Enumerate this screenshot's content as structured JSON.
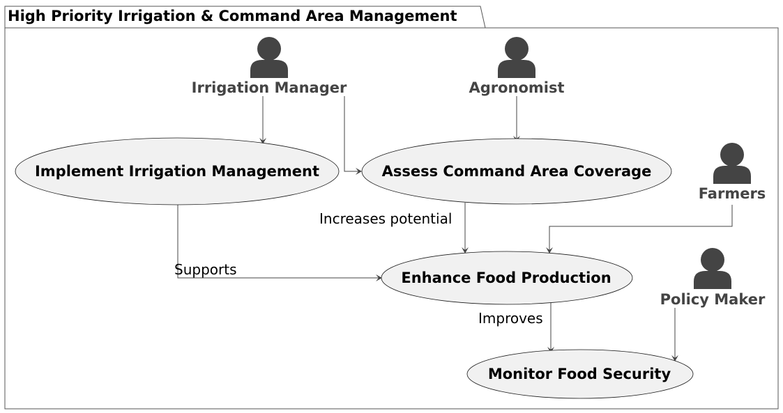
{
  "package": {
    "title": "High Priority Irrigation & Command Area Management"
  },
  "actors": {
    "irrigation_manager": "Irrigation Manager",
    "agronomist": "Agronomist",
    "farmers": "Farmers",
    "policy_maker": "Policy Maker"
  },
  "use_cases": {
    "implement_irrigation": "Implement Irrigation Management",
    "assess_coverage": "Assess Command Area Coverage",
    "enhance_food": "Enhance Food Production",
    "monitor_security": "Monitor Food Security"
  },
  "edge_labels": {
    "increases_potential": "Increases potential",
    "supports": "Supports",
    "improves": "Improves"
  },
  "colors": {
    "actor": "#444444",
    "usecase_fill": "#f1f1f1",
    "edge": "#454545"
  }
}
